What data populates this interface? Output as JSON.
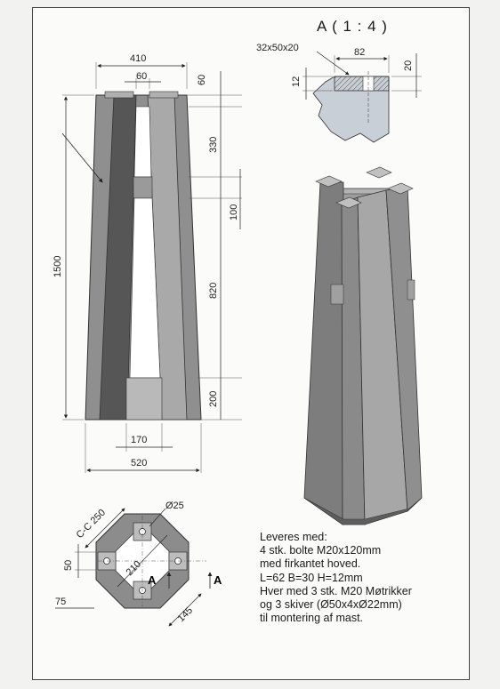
{
  "detail": {
    "title": "A ( 1 : 4 )",
    "hole": "32x50x20",
    "width": "82",
    "depth": "20",
    "height": "12"
  },
  "front_view": {
    "top_width": "410",
    "inner_top": "60",
    "d60": "60",
    "d330": "330",
    "d100": "100",
    "d820": "820",
    "d200": "200",
    "total_height": "1500",
    "inner_bottom": "170",
    "bottom_width": "520"
  },
  "plan_view": {
    "cc": "C-C 250",
    "hole_dia": "Ø25",
    "d50": "50",
    "d75": "75",
    "d210": "210",
    "d145": "145",
    "section_a": "A"
  },
  "notes": {
    "lines": [
      "Leveres med:",
      "4 stk. bolte M20x120mm",
      "med firkantet hoved.",
      "L=62 B=30 H=12mm",
      "Hver med 3 stk. M20 Møtrikker",
      "og 3 skiver (Ø50x4xØ22mm)",
      "til montering af mast."
    ]
  }
}
